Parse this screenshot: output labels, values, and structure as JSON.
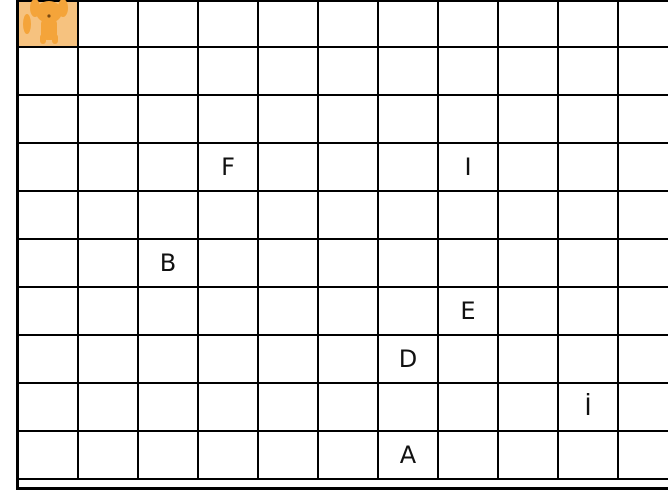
{
  "grid": {
    "rows": 10,
    "cols": 11
  },
  "colors": {
    "start_cell": "#f6c27f",
    "pet": "#f4a43a",
    "line": "#000000"
  },
  "player": {
    "icon": "dog-icon",
    "row": 0,
    "col": 0
  },
  "letters": [
    {
      "row": 3,
      "col": 3,
      "text": "F"
    },
    {
      "row": 3,
      "col": 7,
      "text": "I"
    },
    {
      "row": 5,
      "col": 2,
      "text": "B"
    },
    {
      "row": 6,
      "col": 7,
      "text": "E"
    },
    {
      "row": 7,
      "col": 6,
      "text": "D"
    },
    {
      "row": 8,
      "col": 9,
      "text": "İ"
    },
    {
      "row": 9,
      "col": 6,
      "text": "A"
    }
  ]
}
